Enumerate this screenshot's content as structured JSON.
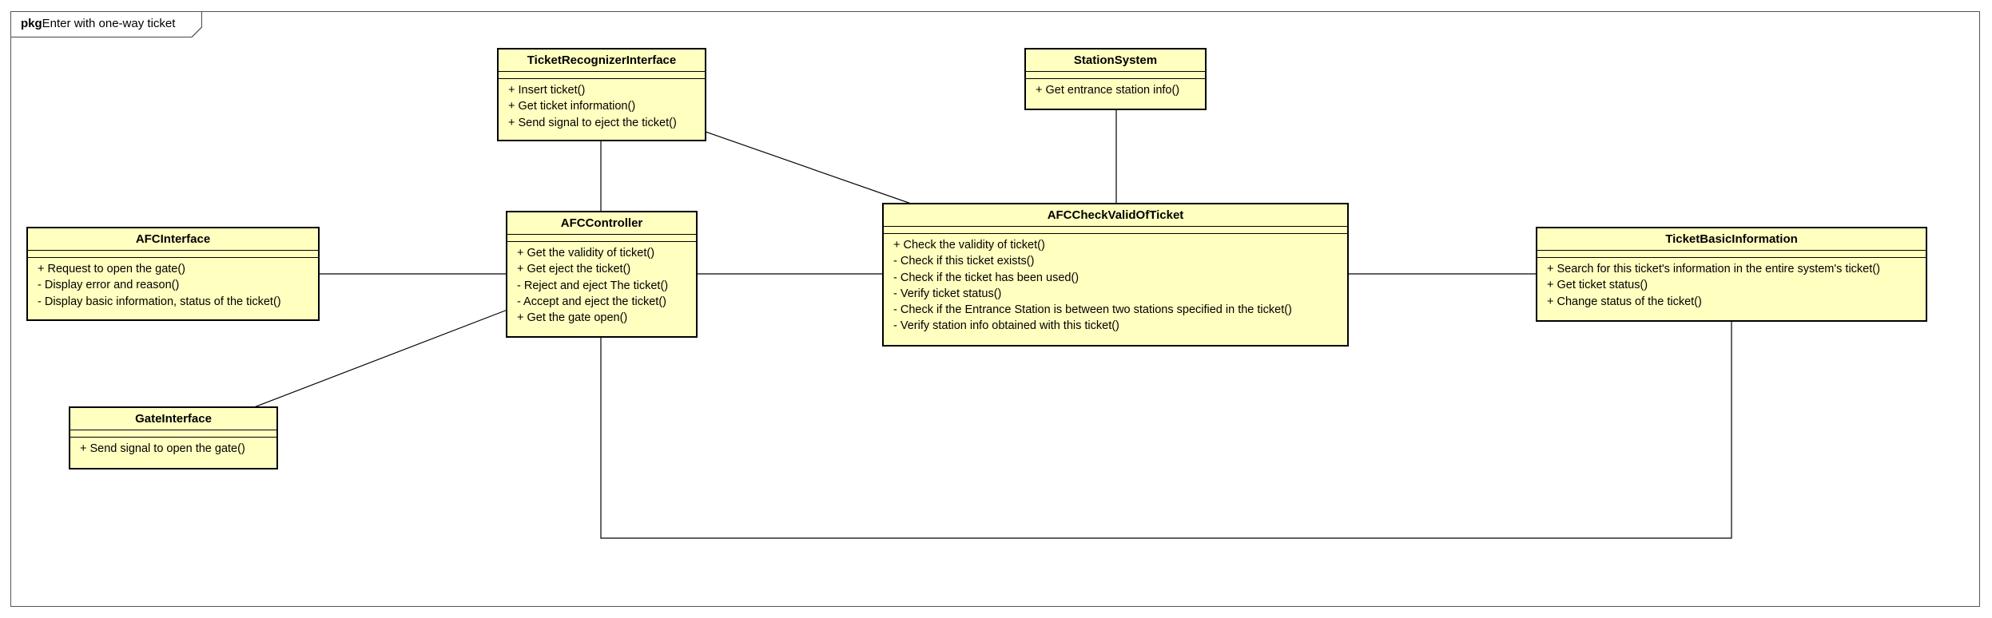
{
  "package": {
    "keyword": "pkg",
    "name": "Enter with one-way ticket"
  },
  "classes": {
    "ticket_recognizer": {
      "name": "TicketRecognizerInterface",
      "operations": [
        "+ Insert ticket()",
        "+ Get ticket information()",
        "+ Send signal to eject the ticket()"
      ]
    },
    "station_system": {
      "name": "StationSystem",
      "operations": [
        "+ Get entrance station info()"
      ]
    },
    "afc_interface": {
      "name": "AFCInterface",
      "operations": [
        "+ Request to open the gate()",
        "- Display error and reason()",
        "- Display basic information, status of the ticket()"
      ]
    },
    "afc_controller": {
      "name": "AFCController",
      "operations": [
        "+ Get the validity of ticket()",
        "+ Get eject the ticket()",
        "- Reject and eject The ticket()",
        "- Accept and eject the ticket()",
        "+ Get the gate open()"
      ]
    },
    "afc_check_valid": {
      "name": "AFCCheckValidOfTicket",
      "operations": [
        "+ Check the validity of ticket()",
        "- Check if this ticket exists()",
        "- Check if the ticket has been used()",
        "- Verify ticket status()",
        "- Check if the Entrance Station is between two stations specified in the ticket()",
        "- Verify station info obtained with this ticket()"
      ]
    },
    "ticket_basic_info": {
      "name": "TicketBasicInformation",
      "operations": [
        "+ Search for this ticket's information in the entire system's ticket()",
        "+ Get ticket status()",
        "+ Change status of the ticket()"
      ]
    },
    "gate_interface": {
      "name": "GateInterface",
      "operations": [
        "+ Send signal to open the gate()"
      ]
    }
  },
  "associations": [
    [
      "afc_controller",
      "ticket_recognizer"
    ],
    [
      "afc_controller",
      "afc_interface"
    ],
    [
      "afc_controller",
      "gate_interface"
    ],
    [
      "afc_controller",
      "afc_check_valid"
    ],
    [
      "ticket_recognizer",
      "afc_check_valid"
    ],
    [
      "station_system",
      "afc_check_valid"
    ],
    [
      "afc_check_valid",
      "ticket_basic_info"
    ],
    [
      "afc_controller",
      "ticket_basic_info"
    ]
  ]
}
